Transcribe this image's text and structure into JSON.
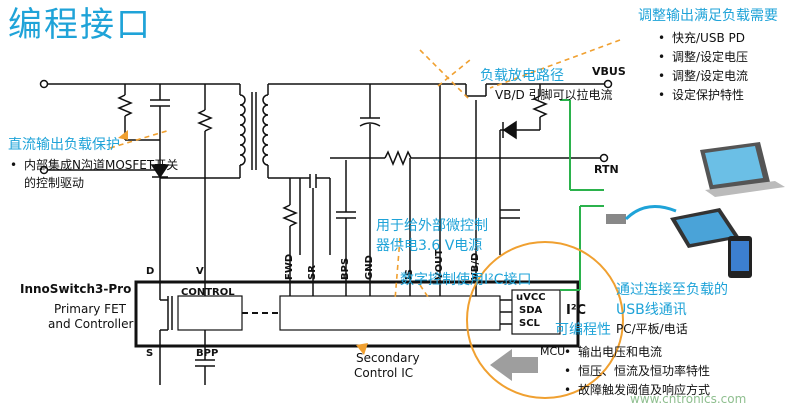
{
  "title": "编程接口",
  "top_right": {
    "heading": "调整输出满足负载需要",
    "bullets": [
      "快充/USB PD",
      "调整/设定电压",
      "调整/设定电流",
      "设定保护特性"
    ]
  },
  "vbus_label": "VBUS",
  "rtn_label": "RTN",
  "discharge": {
    "heading": "负载放电路径",
    "text": "VB/D 引脚可以拉电流"
  },
  "left_note": {
    "heading": "直流输出负载保护",
    "bullets": [
      "内部集成N沟道MOSFET开关",
      "的控制驱动"
    ]
  },
  "chip": {
    "name": "InnoSwitch3-Pro",
    "primary_label_1": "Primary FET",
    "primary_label_2": "and Controller",
    "control_label": "CONTROL",
    "pin_d": "D",
    "pin_v": "V",
    "pin_s": "S",
    "pin_bpp": "BPP",
    "secondary_pins": [
      "FWD",
      "SR",
      "BPS",
      "GND",
      "IS",
      "VOUT",
      "VB/D"
    ],
    "secondary_label_1": "Secondary",
    "secondary_label_2": "Control IC"
  },
  "mcu_note": {
    "line1": "用于给外部微控制",
    "line2": "器供电3.6 V电源"
  },
  "i2c_note": "数字控制使用I²C接口",
  "i2c_pins": [
    "uVCC",
    "SDA",
    "SCL"
  ],
  "i2c_label": "I²C",
  "mcu_label": "MCU",
  "programmable": {
    "heading": "可编程性",
    "bullets": [
      "输出电压和电流",
      "恒压、恒流及恒功率特性",
      "故障触发阈值及响应方式"
    ]
  },
  "usb_note": {
    "line1": "通过连接至负载的",
    "line2": "USB线通讯"
  },
  "devices_text": "PC/平板/电话",
  "watermark": "www.cntronics.com"
}
